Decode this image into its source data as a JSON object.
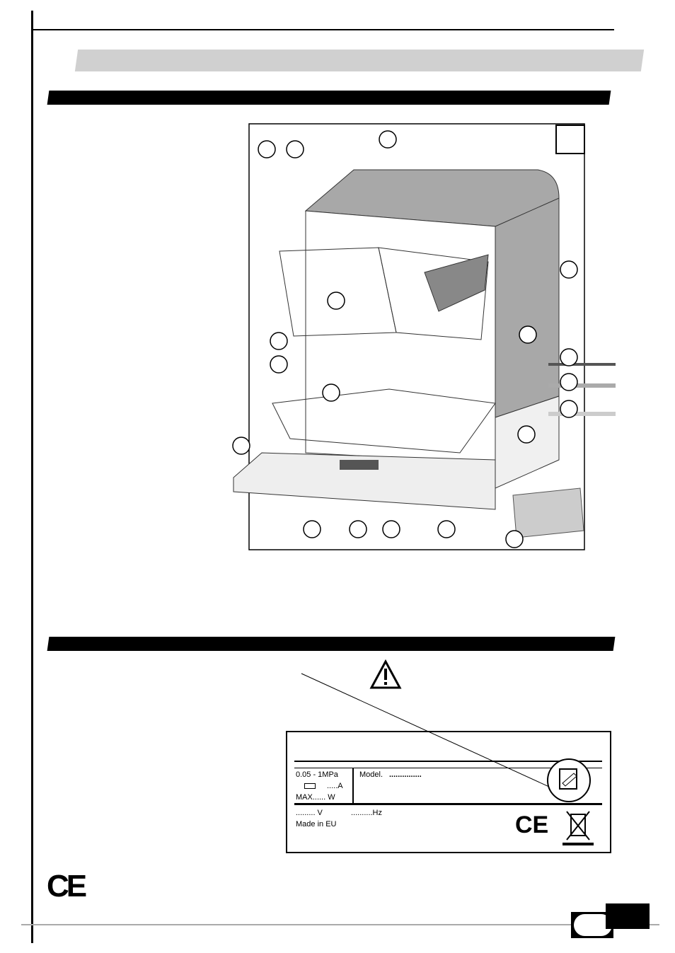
{
  "rating_plate": {
    "pressure": "0.05 - 1MPa",
    "current": ".....A",
    "power": "MAX...... W",
    "model_label": "Model.",
    "model_value": "...............",
    "voltage": "......... V",
    "frequency": "..........Hz",
    "origin": "Made in EU",
    "ce_mark": "CE"
  },
  "footer": {
    "ce_mark": "CE"
  },
  "colors": {
    "header_grey": "#d0d0d0",
    "appliance_grey": "#a8a8a8",
    "bar": "#000000"
  },
  "icons": [
    "warning-icon",
    "fuse-icon",
    "weee-bin-icon",
    "marking-icon"
  ]
}
